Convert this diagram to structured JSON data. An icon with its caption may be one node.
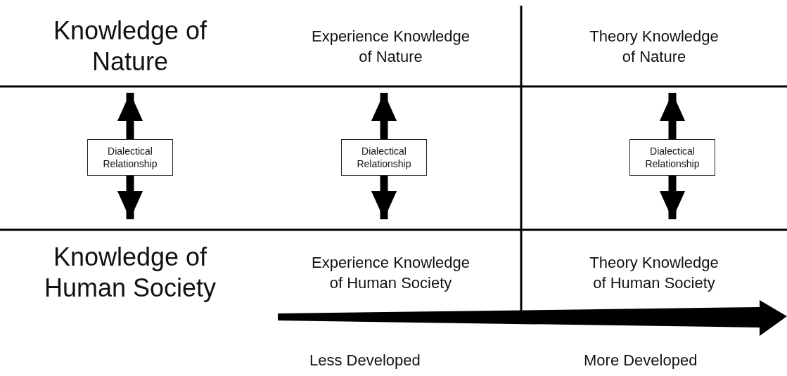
{
  "diagram": {
    "nodes": [
      {
        "text": [
          "Knowledge of Nature"
        ]
      },
      {
        "text": [
          "Experience Knowledge of Nature"
        ]
      },
      {
        "text": [
          "Theory Knowledge of Nature"
        ]
      },
      {
        "text": [
          "Dialectical Relationship"
        ]
      },
      {
        "text": [
          "Dialectical Relationship"
        ]
      },
      {
        "text": [
          "Dialectical Relationship"
        ]
      },
      {
        "text": [
          "Knowledge of Human Society"
        ]
      },
      {
        "text": [
          "Experience Knowledge of Human Society"
        ]
      },
      {
        "text": [
          "Theory Knowledge of Human Society"
        ]
      }
    ],
    "edges": [
      {
        "from": 3,
        "to": 0,
        "arrow": "to"
      },
      {
        "from": 3,
        "to": 6,
        "arrow": "to"
      },
      {
        "from": 4,
        "to": 1,
        "arrow": "to"
      },
      {
        "from": 4,
        "to": 7,
        "arrow": "to"
      },
      {
        "from": 5,
        "to": 2,
        "arrow": "to"
      },
      {
        "from": 5,
        "to": 8,
        "arrow": "to"
      }
    ],
    "labels": [
      "Less Developed",
      "More Developed"
    ]
  }
}
